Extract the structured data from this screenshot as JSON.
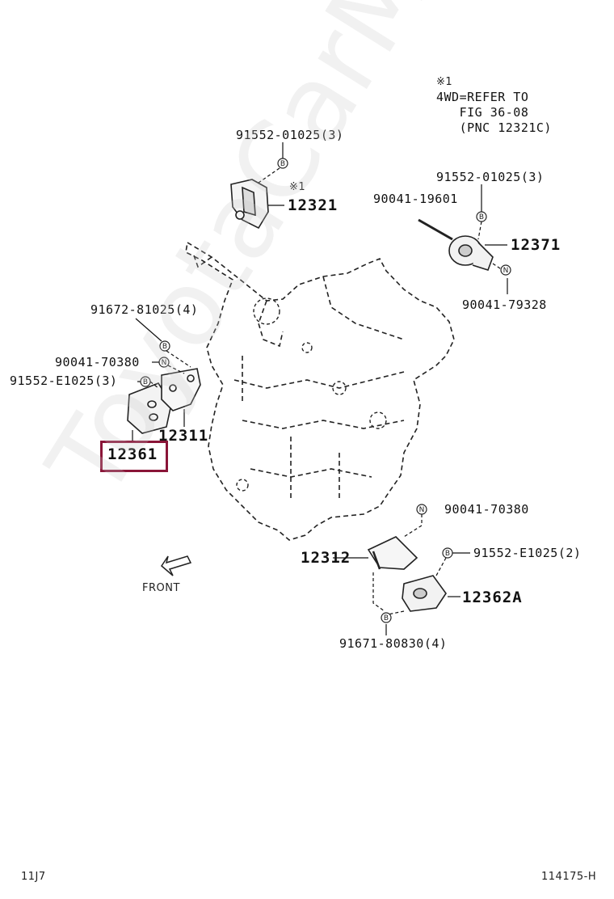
{
  "note": {
    "mark": "※1",
    "lines": [
      "4WD=REFER TO",
      "   FIG 36-08",
      "   (PNC 12321C)"
    ]
  },
  "callouts": {
    "p1": "91552-01025(3)",
    "p2": "12321",
    "p2_mark": "※1",
    "p3": "91552-01025(3)",
    "p4": "90041-19601",
    "p5": "12371",
    "p6": "90041-79328",
    "p7": "91672-81025(4)",
    "p8": "90041-70380",
    "p9": "91552-E1025(3)",
    "p10": "12311",
    "p11": "12361",
    "p12": "90041-70380",
    "p13": "12312",
    "p14": "91552-E1025(2)",
    "p15": "12362A",
    "p16": "91671-80830(4)"
  },
  "front_label": "FRONT",
  "footer": {
    "left": "11J7",
    "right": "114175-H"
  },
  "watermark": "ToyotaCarMine.ru",
  "colors": {
    "highlight": "#8a1538",
    "line": "#111111"
  }
}
